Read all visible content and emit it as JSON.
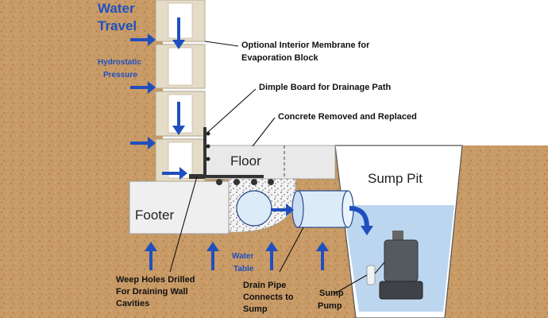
{
  "labels": {
    "water_travel_1": "Water",
    "water_travel_2": "Travel",
    "hydrostatic_1": "Hydrostatic",
    "hydrostatic_2": "Pressure",
    "membrane_1": "Optional Interior Membrane for",
    "membrane_2": "Evaporation Block",
    "dimple_board": "Dimple Board for Drainage Path",
    "concrete": "Concrete Removed and Replaced",
    "floor": "Floor",
    "sump_pit": "Sump Pit",
    "footer": "Footer",
    "water_table_1": "Water",
    "water_table_2": "Table",
    "weep_1": "Weep Holes Drilled",
    "weep_2": "For Draining Wall",
    "weep_3": "Cavities",
    "drain_1": "Drain Pipe",
    "drain_2": "Connects to",
    "drain_3": "Sump",
    "pump_1": "Sump",
    "pump_2": "Pump"
  },
  "colors": {
    "soil": "#c89a66",
    "floor_slab": "#e9e9e9",
    "footer": "#efefef",
    "wall_block": "#e4dcc8",
    "arrow_blue": "#1f4fbf",
    "sump_water": "#bcd6ef",
    "pipe": "#dcebf8",
    "dimple_board": "#333333"
  }
}
